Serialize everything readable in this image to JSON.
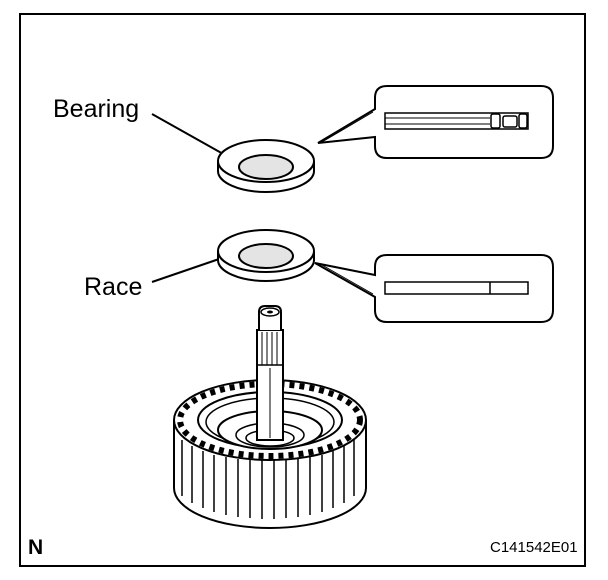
{
  "labels": {
    "bearing": "Bearing",
    "race": "Race",
    "north_mark": "N",
    "figure_code": "C141542E01"
  },
  "colors": {
    "line": "#000000",
    "background": "#ffffff",
    "inner_shade": "#e4e4e4"
  },
  "icons": {
    "bearing_part": "thrust-bearing-ring",
    "race_part": "bearing-race-ring",
    "shaft_assembly": "splined-shaft-with-clutch-drum"
  }
}
